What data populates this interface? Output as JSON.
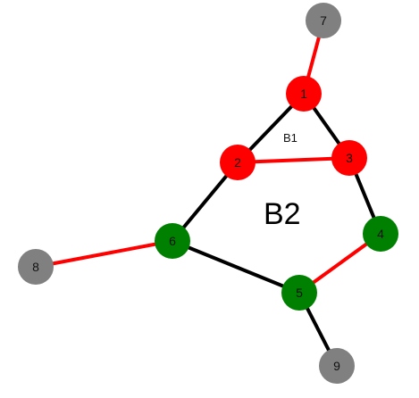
{
  "diagram": {
    "colors": {
      "red": "#ff0000",
      "green": "#008000",
      "gray": "#808080",
      "black": "#000000"
    },
    "nodes": [
      {
        "id": "1",
        "label": "1",
        "color": "red"
      },
      {
        "id": "2",
        "label": "2",
        "color": "red"
      },
      {
        "id": "3",
        "label": "3",
        "color": "red"
      },
      {
        "id": "4",
        "label": "4",
        "color": "green"
      },
      {
        "id": "5",
        "label": "5",
        "color": "green"
      },
      {
        "id": "6",
        "label": "6",
        "color": "green"
      },
      {
        "id": "7",
        "label": "7",
        "color": "gray"
      },
      {
        "id": "8",
        "label": "8",
        "color": "gray"
      },
      {
        "id": "9",
        "label": "9",
        "color": "gray"
      }
    ],
    "edges": [
      {
        "from": "7",
        "to": "1",
        "color": "red"
      },
      {
        "from": "1",
        "to": "2",
        "color": "black"
      },
      {
        "from": "1",
        "to": "3",
        "color": "black"
      },
      {
        "from": "2",
        "to": "3",
        "color": "red"
      },
      {
        "from": "3",
        "to": "4",
        "color": "black"
      },
      {
        "from": "4",
        "to": "5",
        "color": "red"
      },
      {
        "from": "5",
        "to": "9",
        "color": "black"
      },
      {
        "from": "5",
        "to": "6",
        "color": "black"
      },
      {
        "from": "6",
        "to": "2",
        "color": "black"
      },
      {
        "from": "6",
        "to": "8",
        "color": "red"
      }
    ],
    "face_labels": {
      "b1": "B1",
      "b2": "B2"
    }
  }
}
